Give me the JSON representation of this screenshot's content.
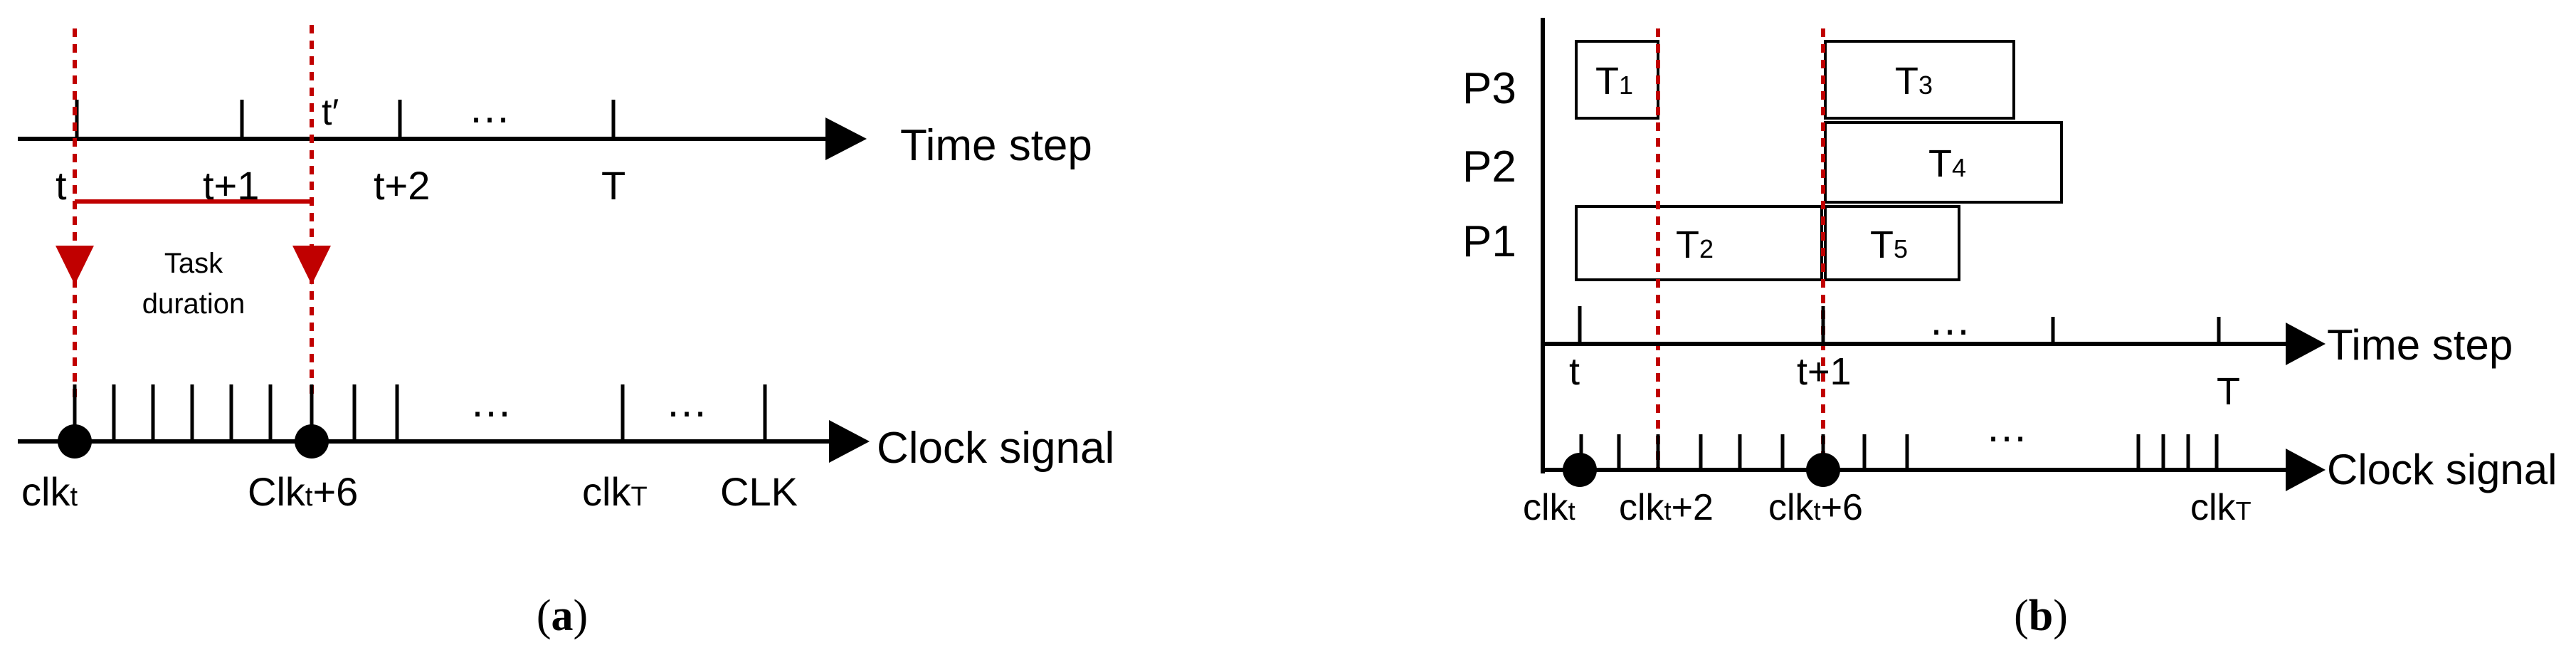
{
  "panel_a": {
    "time_axis_label": "Time step",
    "clock_axis_label": "Clock signal",
    "time_ticks": [
      "t",
      "t+1",
      "t+2",
      "T"
    ],
    "t_prime": "t′",
    "ellipsis": "…",
    "task_duration": [
      "Task",
      "duration"
    ],
    "clock_labels": {
      "clk_t": {
        "base": "clk",
        "sub": "t"
      },
      "clk_t6": {
        "base": "Clk",
        "sub": "t",
        "tail": "+6"
      },
      "clk_T": {
        "base": "clk",
        "sub": "T"
      },
      "CLK": "CLK"
    },
    "caption": {
      "open": "(",
      "letter": "a",
      "close": ")"
    }
  },
  "panel_b": {
    "processors": [
      "P3",
      "P2",
      "P1"
    ],
    "tasks": [
      {
        "base": "T",
        "sub": "1"
      },
      {
        "base": "T",
        "sub": "3"
      },
      {
        "base": "T",
        "sub": "4"
      },
      {
        "base": "T",
        "sub": "2"
      },
      {
        "base": "T",
        "sub": "5"
      }
    ],
    "time_axis_label": "Time step",
    "clock_axis_label": "Clock signal",
    "time_ticks": [
      "t",
      "t+1",
      "T"
    ],
    "ellipsis": "…",
    "clock_labels": {
      "clk_t": {
        "base": "clk",
        "sub": "t"
      },
      "clk_t2": {
        "base": "clk",
        "sub": "t",
        "tail": "+2"
      },
      "clk_t6": {
        "base": "clk",
        "sub": "t",
        "tail": "+6"
      },
      "clk_T": {
        "base": "clk",
        "sub": "T"
      }
    },
    "caption": {
      "open": "(",
      "letter": "b",
      "close": ")"
    }
  },
  "colors": {
    "highlight": "#c00000",
    "line": "#000000"
  }
}
